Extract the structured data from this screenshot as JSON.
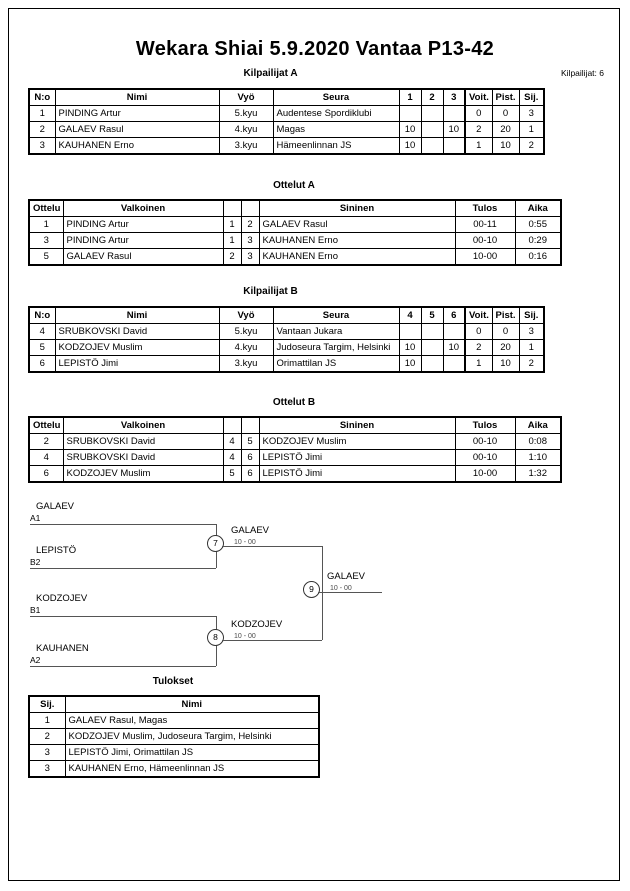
{
  "document": {
    "title": "Wekara Shiai  5.9.2020  Vantaa   P13-42",
    "competitors_note": "Kilpailijat: 6"
  },
  "pool_a": {
    "heading": "Kilpailijat A",
    "columns": [
      "N:o",
      "Nimi",
      "Vyö",
      "Seura",
      "1",
      "2",
      "3",
      "Voit.",
      "Pist.",
      "Sij."
    ],
    "rows": [
      {
        "no": "1",
        "name": "PINDING Artur",
        "belt": "5.kyu",
        "club": "Audentese Spordiklubi",
        "m1": "",
        "m2": "",
        "m3": "",
        "wins": "0",
        "points": "0",
        "rank": "3"
      },
      {
        "no": "2",
        "name": "GALAEV Rasul",
        "belt": "4.kyu",
        "club": "Magas",
        "m1": "10",
        "m2": "",
        "m3": "10",
        "wins": "2",
        "points": "20",
        "rank": "1"
      },
      {
        "no": "3",
        "name": "KAUHANEN Erno",
        "belt": "3.kyu",
        "club": "Hämeenlinnan JS",
        "m1": "10",
        "m2": "",
        "m3": "",
        "wins": "1",
        "points": "10",
        "rank": "2"
      }
    ]
  },
  "matches_a": {
    "heading": "Ottelut A",
    "columns": [
      "Ottelu",
      "Valkoinen",
      "",
      "",
      "Sininen",
      "Tulos",
      "Aika"
    ],
    "rows": [
      {
        "no": "1",
        "white": "PINDING Artur",
        "wn": "1",
        "bn": "2",
        "blue": "GALAEV Rasul",
        "result": "00-11",
        "time": "0:55"
      },
      {
        "no": "3",
        "white": "PINDING Artur",
        "wn": "1",
        "bn": "3",
        "blue": "KAUHANEN Erno",
        "result": "00-10",
        "time": "0:29"
      },
      {
        "no": "5",
        "white": "GALAEV Rasul",
        "wn": "2",
        "bn": "3",
        "blue": "KAUHANEN Erno",
        "result": "10-00",
        "time": "0:16"
      }
    ]
  },
  "pool_b": {
    "heading": "Kilpailijat B",
    "columns": [
      "N:o",
      "Nimi",
      "Vyö",
      "Seura",
      "4",
      "5",
      "6",
      "Voit.",
      "Pist.",
      "Sij."
    ],
    "rows": [
      {
        "no": "4",
        "name": "SRUBKOVSKI David",
        "belt": "5.kyu",
        "club": "Vantaan Jukara",
        "m1": "",
        "m2": "",
        "m3": "",
        "wins": "0",
        "points": "0",
        "rank": "3"
      },
      {
        "no": "5",
        "name": "KODZOJEV Muslim",
        "belt": "4.kyu",
        "club": "Judoseura Targim, Helsinki",
        "m1": "10",
        "m2": "",
        "m3": "10",
        "wins": "2",
        "points": "20",
        "rank": "1"
      },
      {
        "no": "6",
        "name": "LEPISTÖ Jimi",
        "belt": "3.kyu",
        "club": "Orimattilan JS",
        "m1": "10",
        "m2": "",
        "m3": "",
        "wins": "1",
        "points": "10",
        "rank": "2"
      }
    ]
  },
  "matches_b": {
    "heading": "Ottelut B",
    "columns": [
      "Ottelu",
      "Valkoinen",
      "",
      "",
      "Sininen",
      "Tulos",
      "Aika"
    ],
    "rows": [
      {
        "no": "2",
        "white": "SRUBKOVSKI David",
        "wn": "4",
        "bn": "5",
        "blue": "KODZOJEV Muslim",
        "result": "00-10",
        "time": "0:08"
      },
      {
        "no": "4",
        "white": "SRUBKOVSKI David",
        "wn": "4",
        "bn": "6",
        "blue": "LEPISTÖ Jimi",
        "result": "00-10",
        "time": "1:10"
      },
      {
        "no": "6",
        "white": "KODZOJEV Muslim",
        "wn": "5",
        "bn": "6",
        "blue": "LEPISTÖ Jimi",
        "result": "10-00",
        "time": "1:32"
      }
    ]
  },
  "bracket": {
    "entries": [
      {
        "name": "GALAEV",
        "seed": "A1"
      },
      {
        "name": "LEPISTÖ",
        "seed": "B2"
      },
      {
        "name": "KODZOJEV",
        "seed": "B1"
      },
      {
        "name": "KAUHANEN",
        "seed": "A2"
      }
    ],
    "semifinal_1": {
      "match_no": "7",
      "winner": "GALAEV",
      "score": "10 - 00"
    },
    "semifinal_2": {
      "match_no": "8",
      "winner": "KODZOJEV",
      "score": "10 - 00"
    },
    "final": {
      "match_no": "9",
      "winner": "GALAEV",
      "score": "10 - 00"
    }
  },
  "results": {
    "heading": "Tulokset",
    "columns": [
      "Sij.",
      "Nimi"
    ],
    "rows": [
      {
        "rank": "1",
        "name": "GALAEV Rasul, Magas"
      },
      {
        "rank": "2",
        "name": "KODZOJEV Muslim, Judoseura Targim, Helsinki"
      },
      {
        "rank": "3",
        "name": "LEPISTÖ Jimi, Orimattilan JS"
      },
      {
        "rank": "3",
        "name": "KAUHANEN Erno, Hämeenlinnan JS"
      }
    ]
  }
}
